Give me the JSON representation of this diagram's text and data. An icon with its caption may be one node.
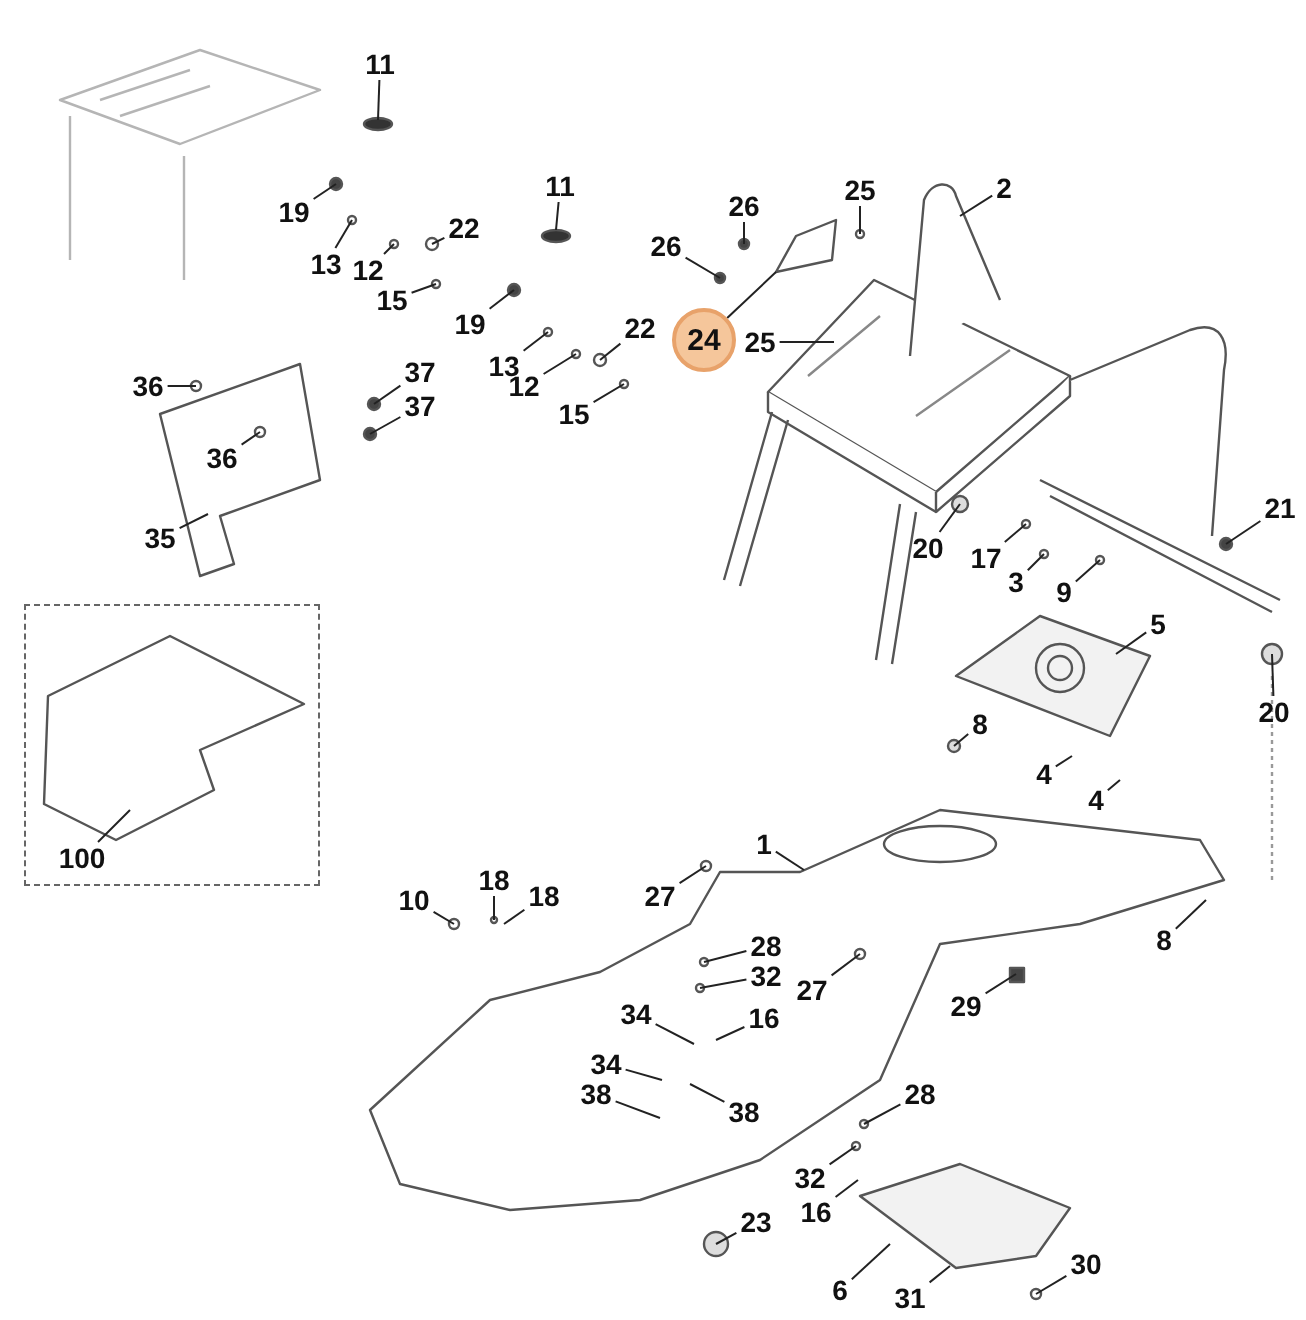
{
  "diagram": {
    "nodes": [
      {
        "text": [],
        "shape": "box"
      },
      {
        "text": [
          "11"
        ]
      },
      {
        "text": [
          "19"
        ]
      },
      {
        "text": [
          "13"
        ]
      },
      {
        "text": [
          "12"
        ]
      },
      {
        "text": [
          "22"
        ]
      },
      {
        "text": [
          "15"
        ]
      },
      {
        "text": [
          "11"
        ]
      },
      {
        "text": [
          "19"
        ]
      },
      {
        "text": [
          "13"
        ]
      },
      {
        "text": [
          "12"
        ]
      },
      {
        "text": [
          "22"
        ]
      },
      {
        "text": [
          "15"
        ]
      },
      {
        "text": [
          "26"
        ]
      },
      {
        "text": [
          "25"
        ]
      },
      {
        "text": [
          "2"
        ]
      },
      {
        "text": [
          "26"
        ]
      },
      {
        "text": [
          "36"
        ]
      },
      {
        "text": [
          "37"
        ]
      },
      {
        "text": [
          "37"
        ]
      },
      {
        "text": [
          "24"
        ]
      },
      {
        "text": [
          "25"
        ]
      },
      {
        "text": [
          "36"
        ]
      },
      {
        "text": [
          "35"
        ]
      },
      {
        "text": [
          "21"
        ]
      },
      {
        "text": [
          "20"
        ]
      },
      {
        "text": [
          "17"
        ]
      },
      {
        "text": [
          "3"
        ]
      },
      {
        "text": [
          "9"
        ]
      },
      {
        "text": [
          "5"
        ]
      },
      {
        "text": [
          "20"
        ]
      },
      {
        "text": [
          "8"
        ]
      },
      {
        "text": [
          "100"
        ],
        "in": 0
      },
      {
        "text": [
          "4"
        ]
      },
      {
        "text": [
          "4"
        ]
      },
      {
        "text": [
          "1"
        ]
      },
      {
        "text": [
          "10"
        ]
      },
      {
        "text": [
          "18"
        ]
      },
      {
        "text": [
          "18"
        ]
      },
      {
        "text": [
          "27"
        ]
      },
      {
        "text": [
          "8"
        ]
      },
      {
        "text": [
          "28"
        ]
      },
      {
        "text": [
          "32"
        ]
      },
      {
        "text": [
          "27"
        ]
      },
      {
        "text": [
          "29"
        ]
      },
      {
        "text": [
          "16"
        ]
      },
      {
        "text": [
          "34"
        ]
      },
      {
        "text": [
          "34"
        ]
      },
      {
        "text": [
          "38"
        ]
      },
      {
        "text": [
          "38"
        ]
      },
      {
        "text": [
          "28"
        ]
      },
      {
        "text": [
          "32"
        ]
      },
      {
        "text": [
          "16"
        ]
      },
      {
        "text": [
          "23"
        ]
      },
      {
        "text": [
          "6"
        ]
      },
      {
        "text": [
          "31"
        ]
      },
      {
        "text": [
          "30"
        ]
      }
    ],
    "edges": [
      {
        "from": 1,
        "to": null,
        "arrow": "none"
      },
      {
        "from": 2,
        "to": null,
        "arrow": "none"
      },
      {
        "from": 3,
        "to": null,
        "arrow": "none"
      },
      {
        "from": 4,
        "to": null,
        "arrow": "none"
      },
      {
        "from": 5,
        "to": null,
        "arrow": "none"
      },
      {
        "from": 6,
        "to": null,
        "arrow": "none"
      },
      {
        "from": 7,
        "to": null,
        "arrow": "none"
      },
      {
        "from": 8,
        "to": null,
        "arrow": "none"
      },
      {
        "from": 9,
        "to": null,
        "arrow": "none"
      },
      {
        "from": 10,
        "to": null,
        "arrow": "none"
      },
      {
        "from": 11,
        "to": null,
        "arrow": "none"
      },
      {
        "from": 12,
        "to": null,
        "arrow": "none"
      },
      {
        "from": 13,
        "to": null,
        "arrow": "none"
      },
      {
        "from": 14,
        "to": null,
        "arrow": "none"
      },
      {
        "from": 15,
        "to": null,
        "arrow": "none"
      },
      {
        "from": 16,
        "to": null,
        "arrow": "none"
      },
      {
        "from": 17,
        "to": null,
        "arrow": "none"
      },
      {
        "from": 18,
        "to": null,
        "arrow": "none"
      },
      {
        "from": 19,
        "to": null,
        "arrow": "none"
      },
      {
        "from": 20,
        "to": null,
        "arrow": "none"
      },
      {
        "from": 21,
        "to": null,
        "arrow": "none"
      },
      {
        "from": 22,
        "to": null,
        "arrow": "none"
      },
      {
        "from": 23,
        "to": null,
        "arrow": "none"
      },
      {
        "from": 24,
        "to": null,
        "arrow": "none"
      },
      {
        "from": 25,
        "to": null,
        "arrow": "none"
      },
      {
        "from": 26,
        "to": null,
        "arrow": "none"
      },
      {
        "from": 27,
        "to": null,
        "arrow": "none"
      },
      {
        "from": 28,
        "to": null,
        "arrow": "none"
      },
      {
        "from": 29,
        "to": null,
        "arrow": "none"
      },
      {
        "from": 30,
        "to": null,
        "arrow": "none"
      },
      {
        "from": 31,
        "to": null,
        "arrow": "none"
      },
      {
        "from": 32,
        "to": null,
        "arrow": "none"
      },
      {
        "from": 33,
        "to": null,
        "arrow": "none"
      },
      {
        "from": 34,
        "to": null,
        "arrow": "none"
      },
      {
        "from": 35,
        "to": null,
        "arrow": "none"
      },
      {
        "from": 36,
        "to": null,
        "arrow": "none"
      },
      {
        "from": 37,
        "to": null,
        "arrow": "none"
      },
      {
        "from": 38,
        "to": null,
        "arrow": "none"
      },
      {
        "from": 39,
        "to": null,
        "arrow": "none"
      },
      {
        "from": 40,
        "to": null,
        "arrow": "none"
      },
      {
        "from": 41,
        "to": null,
        "arrow": "none"
      },
      {
        "from": 42,
        "to": null,
        "arrow": "none"
      },
      {
        "from": 43,
        "to": null,
        "arrow": "none"
      },
      {
        "from": 44,
        "to": null,
        "arrow": "none"
      },
      {
        "from": 45,
        "to": null,
        "arrow": "none"
      },
      {
        "from": 46,
        "to": null,
        "arrow": "none"
      },
      {
        "from": 47,
        "to": null,
        "arrow": "none"
      },
      {
        "from": 48,
        "to": null,
        "arrow": "none"
      },
      {
        "from": 49,
        "to": null,
        "arrow": "none"
      },
      {
        "from": 50,
        "to": null,
        "arrow": "none"
      },
      {
        "from": 51,
        "to": null,
        "arrow": "none"
      },
      {
        "from": 52,
        "to": null,
        "arrow": "none"
      },
      {
        "from": 53,
        "to": null,
        "arrow": "none"
      },
      {
        "from": 54,
        "to": null,
        "arrow": "none"
      },
      {
        "from": 55,
        "to": null,
        "arrow": "none"
      },
      {
        "from": 56,
        "to": null,
        "arrow": "none"
      }
    ]
  }
}
